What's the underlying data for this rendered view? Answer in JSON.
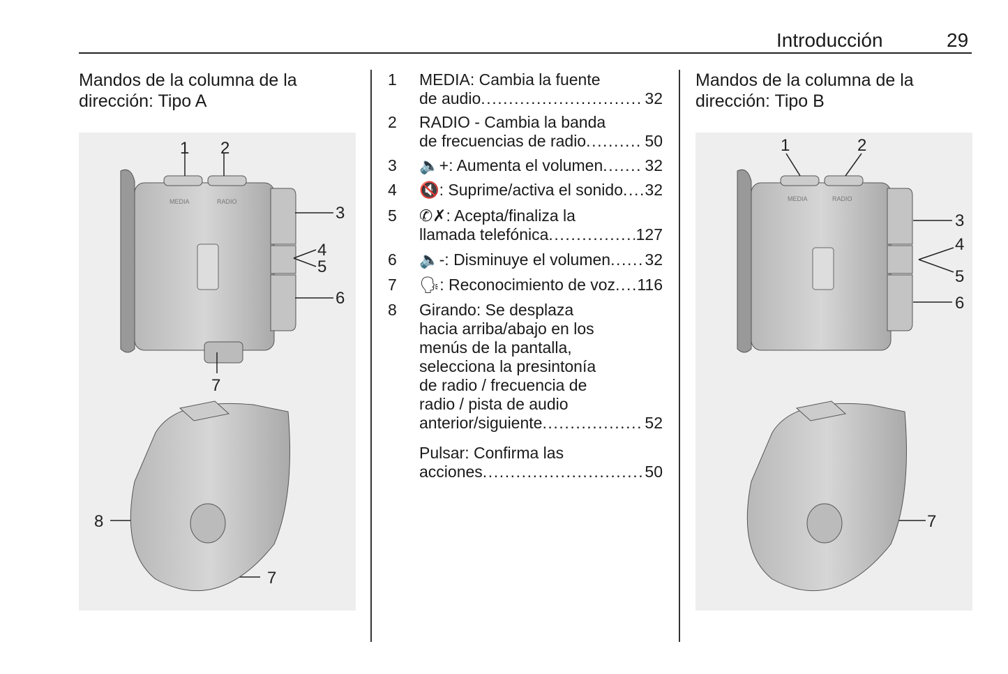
{
  "header": {
    "section": "Introducción",
    "page": "29"
  },
  "left": {
    "heading_line1": "Mandos de la columna de la",
    "heading_line2": "dirección: Tipo A",
    "figure": {
      "callouts": [
        "1",
        "2",
        "3",
        "4",
        "5",
        "6",
        "7",
        "8",
        "7"
      ],
      "button_labels": [
        "MEDIA",
        "RADIO"
      ]
    }
  },
  "right": {
    "heading_line1": "Mandos de la columna de la",
    "heading_line2": "dirección: Tipo B",
    "figure": {
      "callouts": [
        "1",
        "2",
        "3",
        "4",
        "5",
        "6",
        "7"
      ],
      "button_labels": [
        "MEDIA",
        "RADIO"
      ]
    }
  },
  "items": [
    {
      "num": "1",
      "line1": "MEDIA: Cambia la fuente",
      "line2": "de audio",
      "page": "32"
    },
    {
      "num": "2",
      "line1": "RADIO - Cambia la banda",
      "line2": "de frecuencias de radio",
      "page": "50"
    },
    {
      "num": "3",
      "line1": "🔈+: Aumenta el volumen",
      "page": "32"
    },
    {
      "num": "4",
      "line1": "🔇: Suprime/activa el sonido",
      "page": "32"
    },
    {
      "num": "5",
      "line1": "✆✗: Acepta/finaliza la",
      "line2": "llamada telefónica",
      "page": "127"
    },
    {
      "num": "6",
      "line1": "🔈-: Disminuye el volumen",
      "page": "32"
    },
    {
      "num": "7",
      "line1": "🗣: Reconocimiento de voz",
      "page": "116"
    },
    {
      "num": "8",
      "lines": [
        "Girando: Se desplaza",
        "hacia arriba/abajo en los",
        "menús de la pantalla,",
        "selecciona la presintonía",
        "de radio / frecuencia de",
        "radio / pista de audio"
      ],
      "last": "anterior/siguiente",
      "page": "52",
      "press_line1": "Pulsar: Confirma las",
      "press_line2": "acciones",
      "press_page": "50"
    }
  ]
}
